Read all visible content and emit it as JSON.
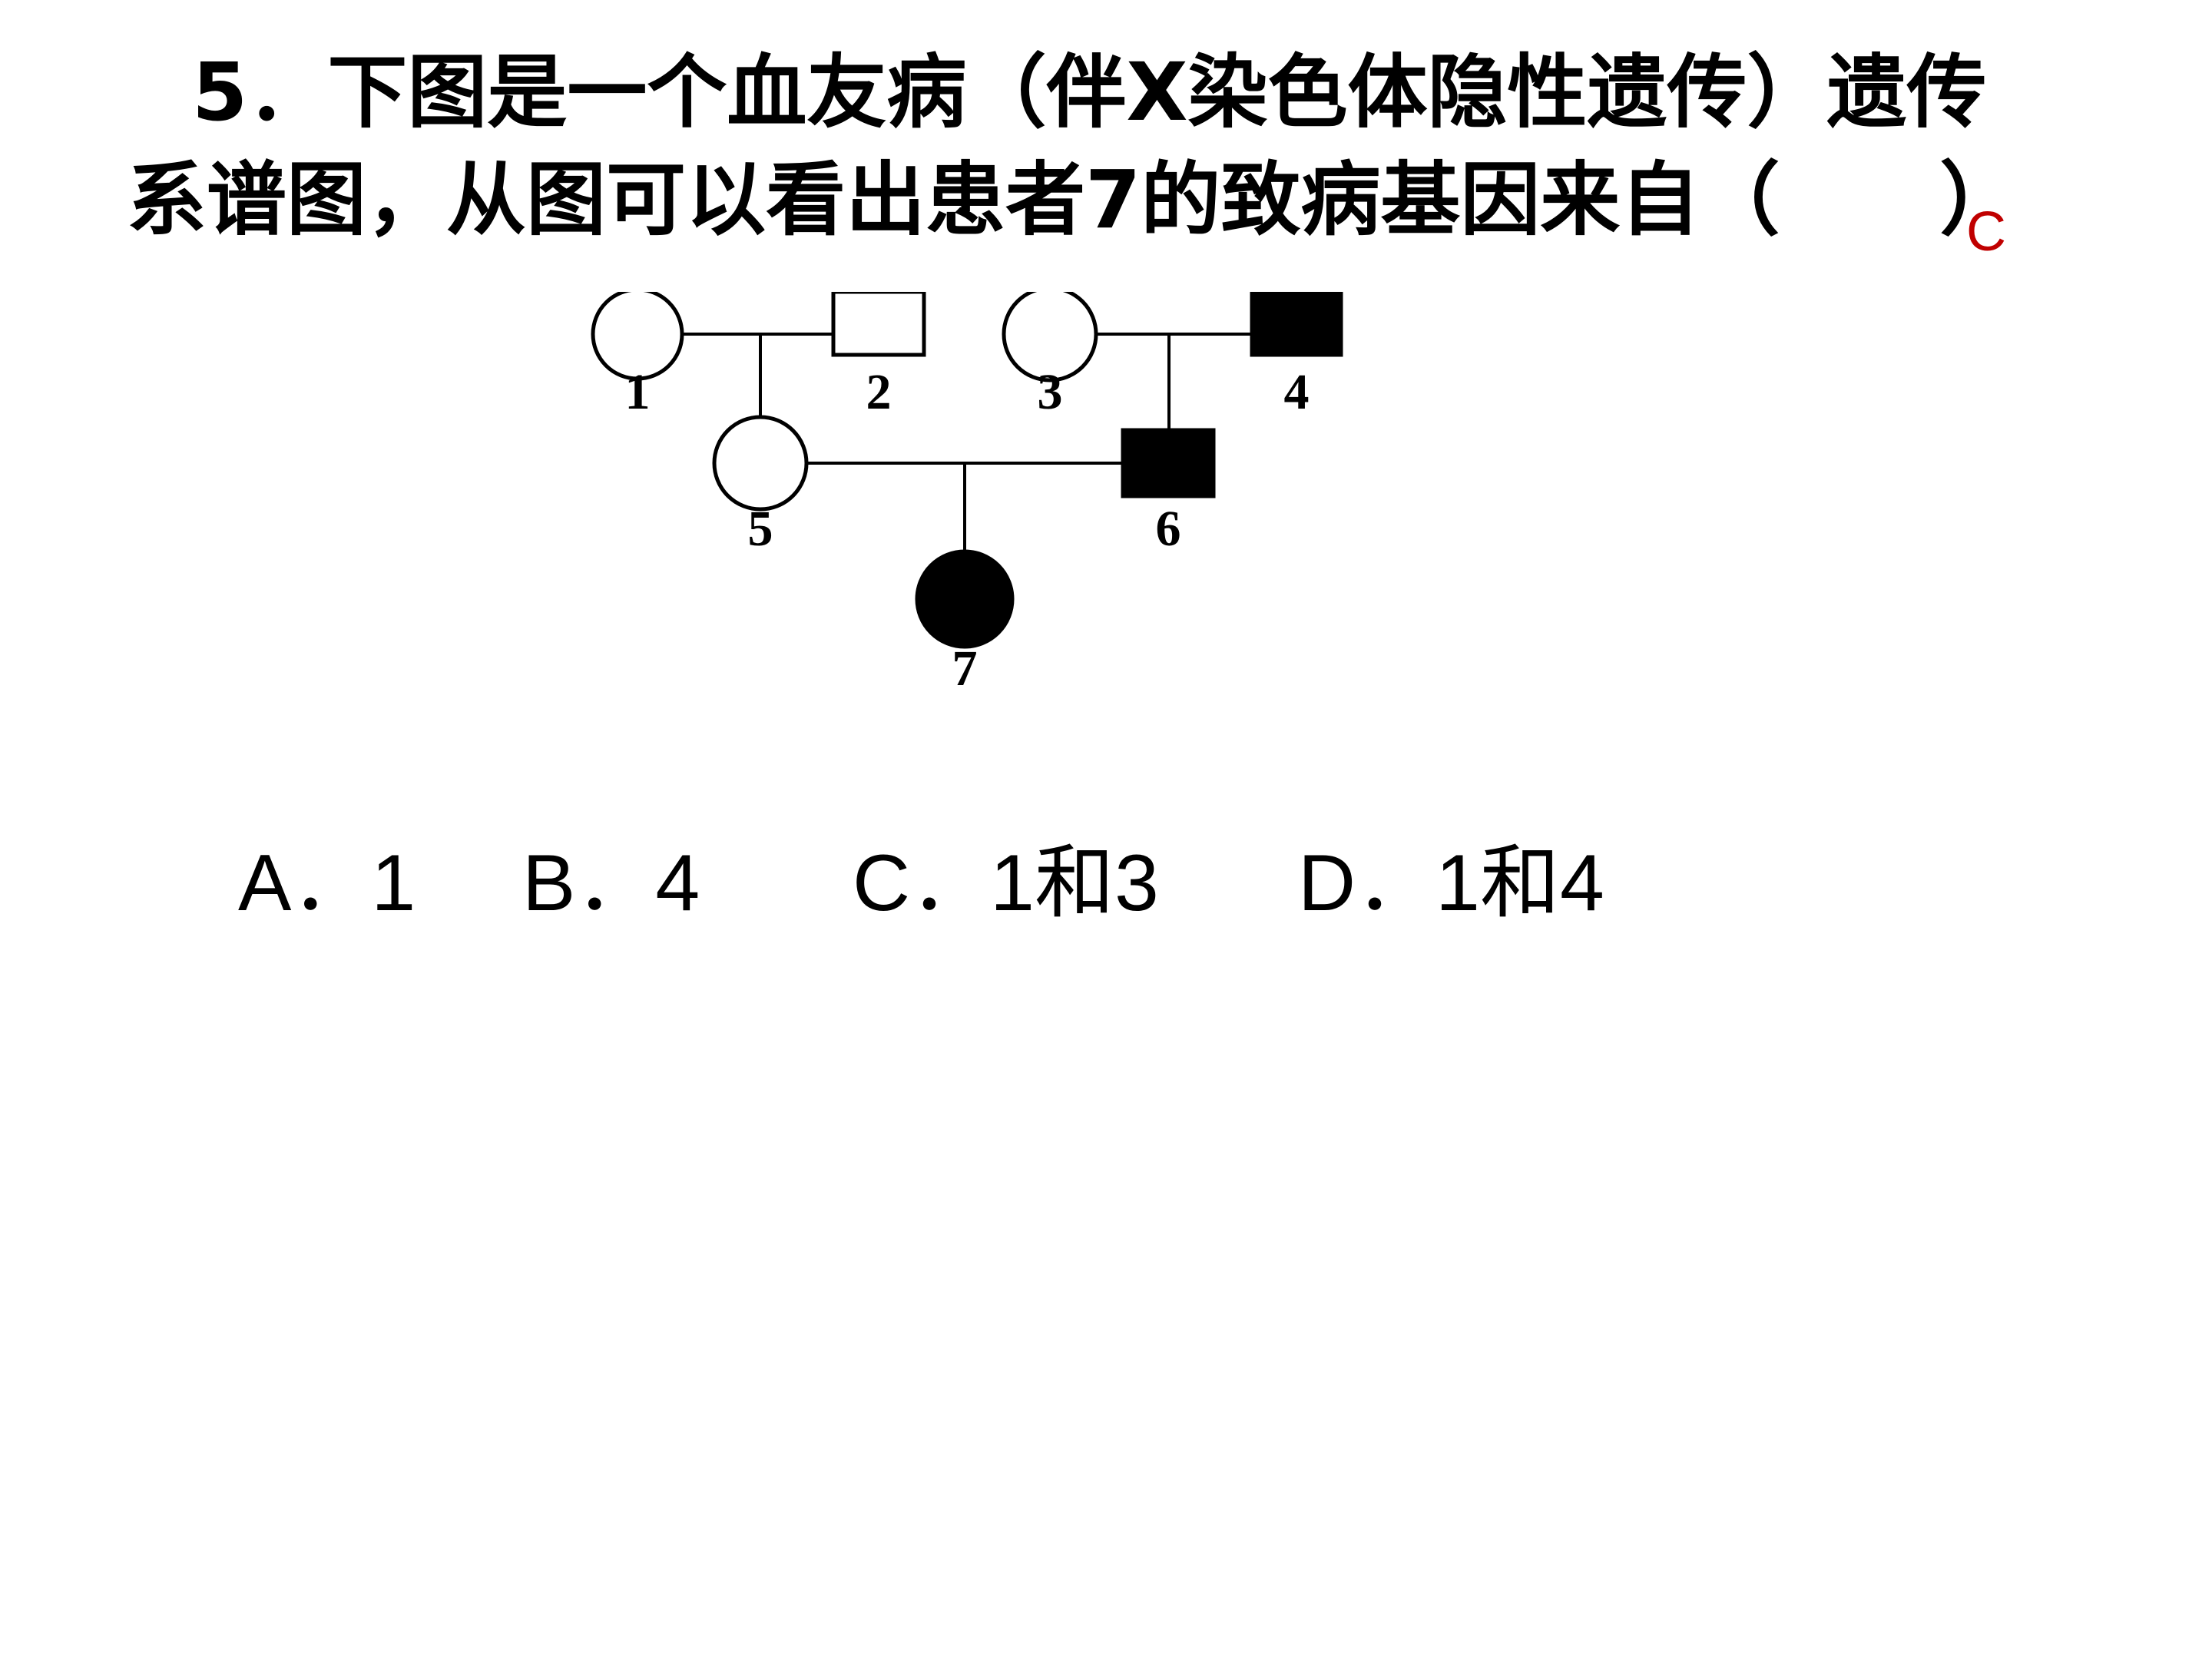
{
  "question": {
    "line1": "5．下图是一个血友病（伴X染色体隐性遗传）遗传",
    "line2": "系谱图，从图可以看出患者7的致病基因来自（　　）",
    "answer": "C"
  },
  "pedigree": {
    "individuals": [
      {
        "id": "1",
        "sex": "female",
        "affected": false
      },
      {
        "id": "2",
        "sex": "male",
        "affected": false
      },
      {
        "id": "3",
        "sex": "female",
        "affected": false
      },
      {
        "id": "4",
        "sex": "male",
        "affected": true
      },
      {
        "id": "5",
        "sex": "female",
        "affected": false
      },
      {
        "id": "6",
        "sex": "male",
        "affected": true
      },
      {
        "id": "7",
        "sex": "female",
        "affected": true
      }
    ]
  },
  "options": {
    "a": "A．1",
    "b": "B．4",
    "c": "C．1和3",
    "d": "D．1和4"
  },
  "colors": {
    "answer": "#c00000",
    "affected": "#000000"
  }
}
